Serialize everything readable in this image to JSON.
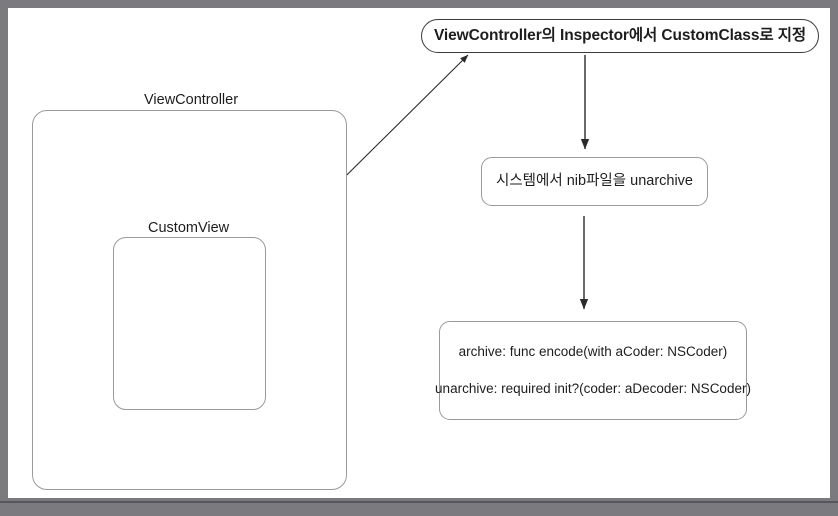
{
  "window": {
    "frame_color": "#7b7b7f",
    "canvas_color": "#ffffff"
  },
  "diagram": {
    "title_box": {
      "label": "ViewController의 Inspector에서 CustomClass로 지정"
    },
    "nib_box": {
      "label": "시스템에서 nib파일을 unarchive"
    },
    "methods_box": {
      "line1": "archive: func encode(with aCoder: NSCoder)",
      "line2": "unarchive: required init?(coder: aDecoder: NSCoder)"
    },
    "viewcontroller": {
      "caption": "ViewController"
    },
    "customview": {
      "caption": "CustomView"
    },
    "connectors": [
      {
        "name": "customview-to-title",
        "from": "CustomView top-right corner",
        "to": "ViewController Inspector box",
        "heads": "both"
      },
      {
        "name": "title-to-nib",
        "from": "ViewController Inspector box",
        "to": "nib unarchive box",
        "heads": "end"
      },
      {
        "name": "nib-to-methods",
        "from": "nib unarchive box",
        "to": "archive methods box",
        "heads": "end"
      }
    ],
    "stroke_color": "#9a9a9a",
    "arrow_color": "#2b2b2b",
    "text_color": "#1d1d1d"
  }
}
